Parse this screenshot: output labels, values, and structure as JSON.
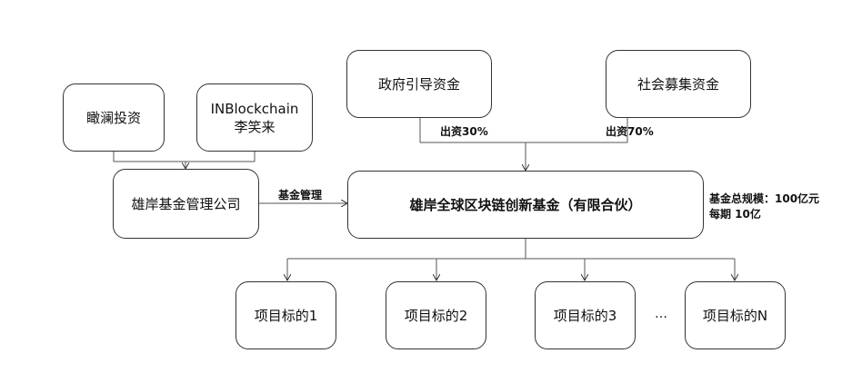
{
  "nodes": {
    "kanlan": "瞰澜投资",
    "inblockchain_line1": "INBlockchain",
    "inblockchain_line2": "李笑来",
    "gov_fund": "政府引导资金",
    "social_fund": "社会募集资金",
    "mgmt_company": "雄岸基金管理公司",
    "main_fund": "雄岸全球区块链创新基金（有限合伙）",
    "project1": "项目标的1",
    "project2": "项目标的2",
    "project3": "项目标的3",
    "projectN": "项目标的N",
    "ellipsis": "…"
  },
  "labels": {
    "gov_share": "出资30%",
    "social_share": "出资70%",
    "fund_mgmt": "基金管理",
    "fund_size": "基金总规模：100亿元",
    "per_period": "每期  10亿"
  }
}
